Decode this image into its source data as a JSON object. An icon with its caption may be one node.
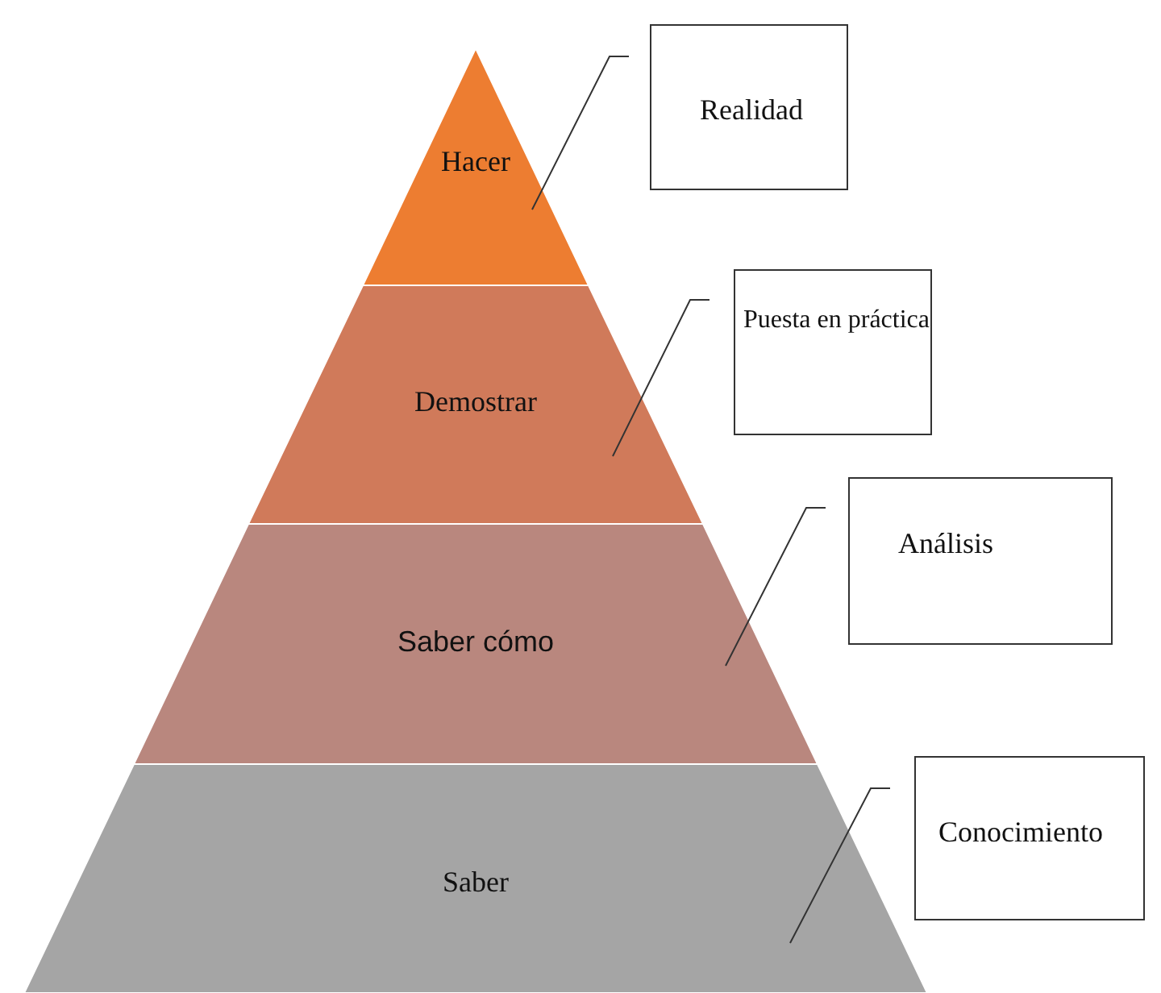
{
  "diagram": {
    "nodes": [
      {
        "text": [
          "Hacer"
        ]
      },
      {
        "text": [
          "Demostrar"
        ]
      },
      {
        "text": [
          "Saber cómo"
        ]
      },
      {
        "text": [
          "Saber"
        ]
      },
      {
        "text": [
          "Realidad"
        ]
      },
      {
        "text": [
          "Puesta en práctica"
        ]
      },
      {
        "text": [
          "Análisis"
        ]
      },
      {
        "text": [
          "Conocimiento"
        ]
      }
    ],
    "edges": [
      {
        "from": 4,
        "to": 0,
        "arrow": "none"
      },
      {
        "from": 5,
        "to": 1,
        "arrow": "none"
      },
      {
        "from": 6,
        "to": 2,
        "arrow": "none"
      },
      {
        "from": 7,
        "to": 3,
        "arrow": "none"
      }
    ]
  }
}
